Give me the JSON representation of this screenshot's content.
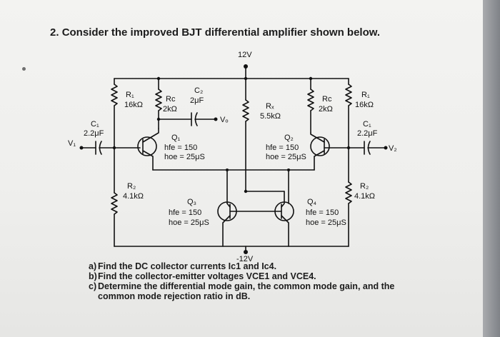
{
  "question": {
    "number": "2.",
    "text": "Consider the improved BJT differential amplifier shown below."
  },
  "circuit": {
    "vcc": "12V",
    "vee": "-12V",
    "left_r1": {
      "name": "R₁",
      "value": "16kΩ"
    },
    "left_rc": {
      "name": "Rc",
      "value": "2kΩ"
    },
    "c2": {
      "name": "C₂",
      "value": "2μF"
    },
    "vo": "Vₒ",
    "rx": {
      "name": "Rₓ",
      "value": "5.5kΩ"
    },
    "right_rc": {
      "name": "Rc",
      "value": "2kΩ"
    },
    "right_r1": {
      "name": "R₁",
      "value": "16kΩ"
    },
    "left_c1": {
      "name": "C₁",
      "value": "2.2μF"
    },
    "right_c1": {
      "name": "C₁",
      "value": "2.2μF"
    },
    "v1": "V₁",
    "v2": "V₂",
    "q1": {
      "name": "Q₁",
      "hfe": "hfe = 150",
      "hoe": "hoe = 25μS"
    },
    "q2": {
      "name": "Q₂",
      "hfe": "hfe = 150",
      "hoe": "hoe = 25μS"
    },
    "q3": {
      "name": "Q₃",
      "hfe": "hfe = 150",
      "hoe": "hoe = 25μS"
    },
    "q4": {
      "name": "Q₄",
      "hfe": "hfe = 150",
      "hoe": "hoe = 25μS"
    },
    "left_r2": {
      "name": "R₂",
      "value": "4.1kΩ"
    },
    "right_r2": {
      "name": "R₂",
      "value": "4.1kΩ"
    }
  },
  "subquestions": [
    {
      "tag": "a)",
      "text": "Find the DC collector currents Ic1 and Ic4."
    },
    {
      "tag": "b)",
      "text": "Find the collector-emitter voltages VCE1 and VCE4."
    },
    {
      "tag": "c)",
      "text": "Determine the differential mode gain, the common mode gain, and the common mode rejection ratio in dB."
    }
  ]
}
